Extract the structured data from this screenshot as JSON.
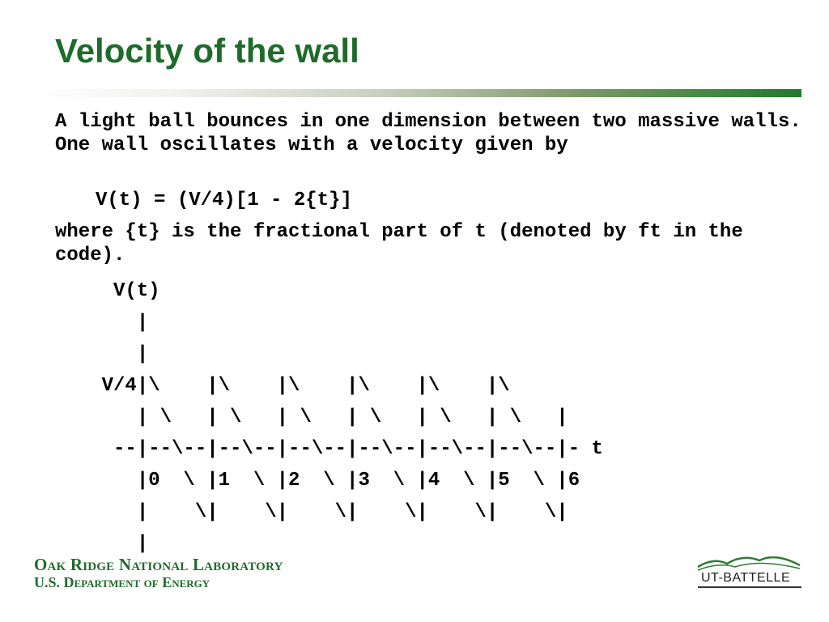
{
  "slide": {
    "title": "Velocity of the wall",
    "paragraph1": "A light ball bounces in one dimension between two massive walls. One wall oscillates with a velocity given by",
    "equation": "V(t) = (V/4)[1 - 2{t}]",
    "paragraph2": "where {t} is the fractional part of t (denoted by ft in the code).",
    "plot_lines": [
      "     V(t)",
      "       |",
      "       |",
      "    V/4|\\    |\\    |\\    |\\    |\\    |\\",
      "       | \\   | \\   | \\   | \\   | \\   | \\   |",
      "     --|--\\--|--\\--|--\\--|--\\--|--\\--|--\\--|- t",
      "       |0  \\ |1  \\ |2  \\ |3  \\ |4  \\ |5  \\ |6",
      "       |    \\|    \\|    \\|    \\|    \\|    \\|",
      "       |"
    ]
  },
  "footer": {
    "org_line1": "Oak Ridge National Laboratory",
    "org_line2": "U.S. Department of Energy",
    "logo_text": "UT-BATTELLE"
  },
  "colors": {
    "title": "#1f6b2a",
    "accent_rule_end": "#1f7a2a"
  }
}
